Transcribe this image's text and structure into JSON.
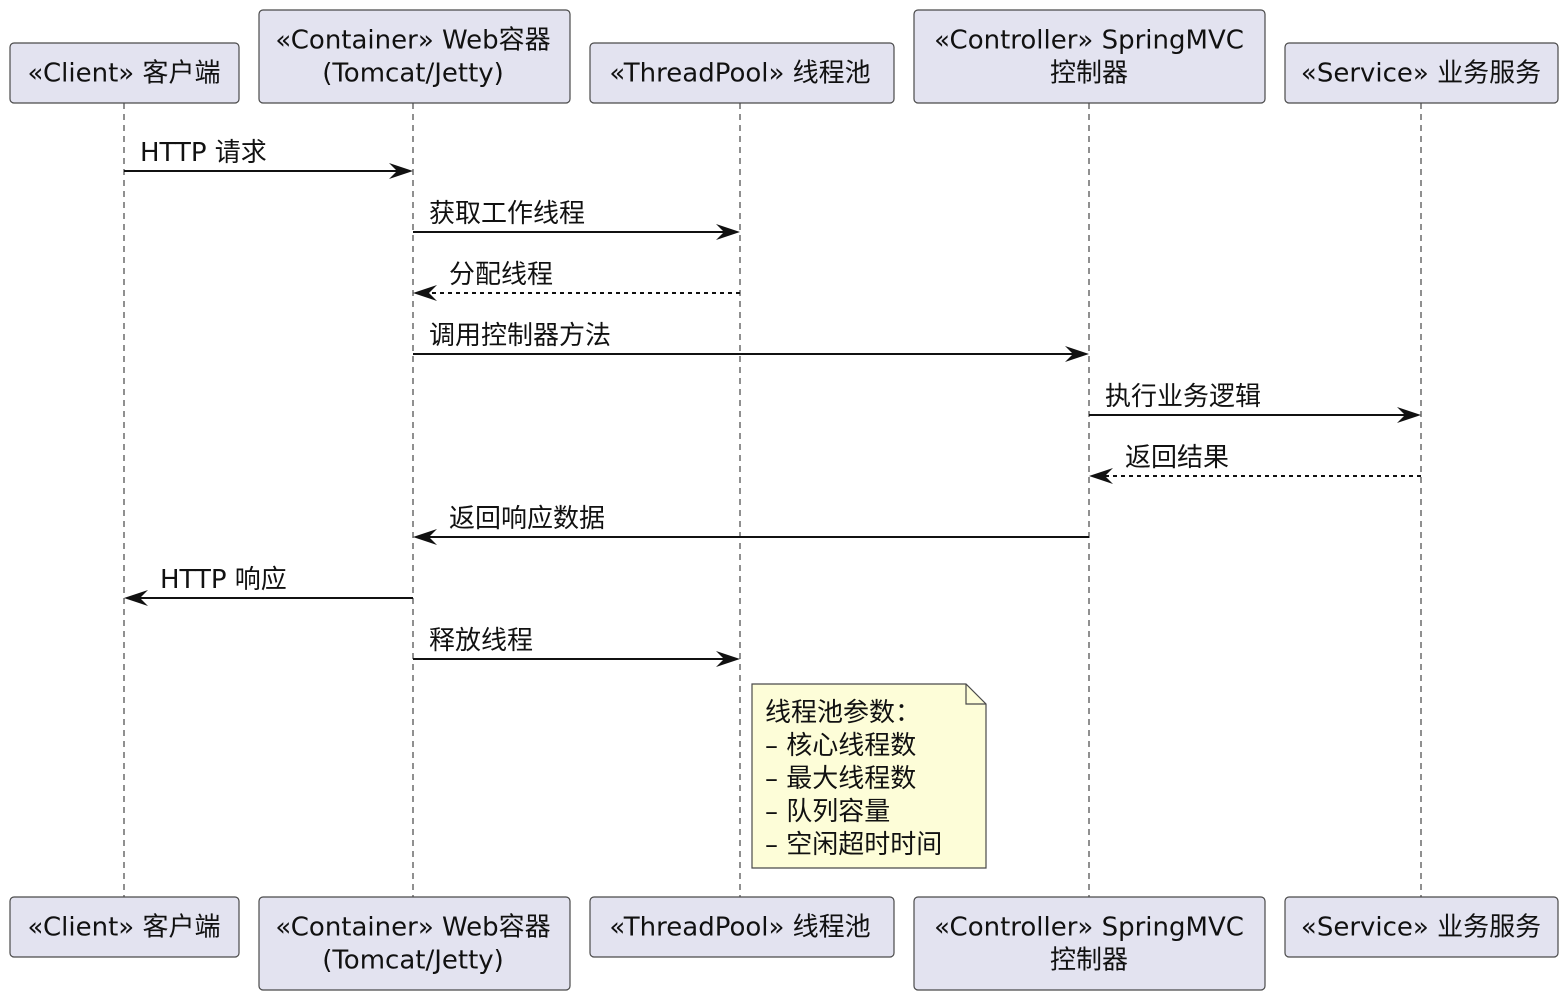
{
  "participants": [
    {
      "id": "client",
      "lines": [
        "«Client» 客户端"
      ]
    },
    {
      "id": "container",
      "lines": [
        "«Container» Web容器",
        "(Tomcat/Jetty)"
      ]
    },
    {
      "id": "threadpool",
      "lines": [
        "«ThreadPool» 线程池"
      ]
    },
    {
      "id": "controller",
      "lines": [
        "«Controller» SpringMVC",
        "控制器"
      ]
    },
    {
      "id": "service",
      "lines": [
        "«Service» 业务服务"
      ]
    }
  ],
  "messages": [
    {
      "from": "client",
      "to": "container",
      "label": "HTTP 请求",
      "style": "solid"
    },
    {
      "from": "container",
      "to": "threadpool",
      "label": "获取工作线程",
      "style": "solid"
    },
    {
      "from": "threadpool",
      "to": "container",
      "label": "分配线程",
      "style": "dashed"
    },
    {
      "from": "container",
      "to": "controller",
      "label": "调用控制器方法",
      "style": "solid"
    },
    {
      "from": "controller",
      "to": "service",
      "label": "执行业务逻辑",
      "style": "solid"
    },
    {
      "from": "service",
      "to": "controller",
      "label": "返回结果",
      "style": "dashed"
    },
    {
      "from": "controller",
      "to": "container",
      "label": "返回响应数据",
      "style": "solid"
    },
    {
      "from": "container",
      "to": "client",
      "label": "HTTP 响应",
      "style": "solid"
    },
    {
      "from": "container",
      "to": "threadpool",
      "label": "释放线程",
      "style": "solid"
    }
  ],
  "note": {
    "attached_to": "threadpool",
    "lines": [
      "线程池参数：",
      "– 核心线程数",
      "– 最大线程数",
      "– 队列容量",
      "– 空闲超时时间"
    ]
  },
  "colors": {
    "participant_fill": "#e3e3f0",
    "note_fill": "#fdfdd8",
    "line": "#111111"
  }
}
